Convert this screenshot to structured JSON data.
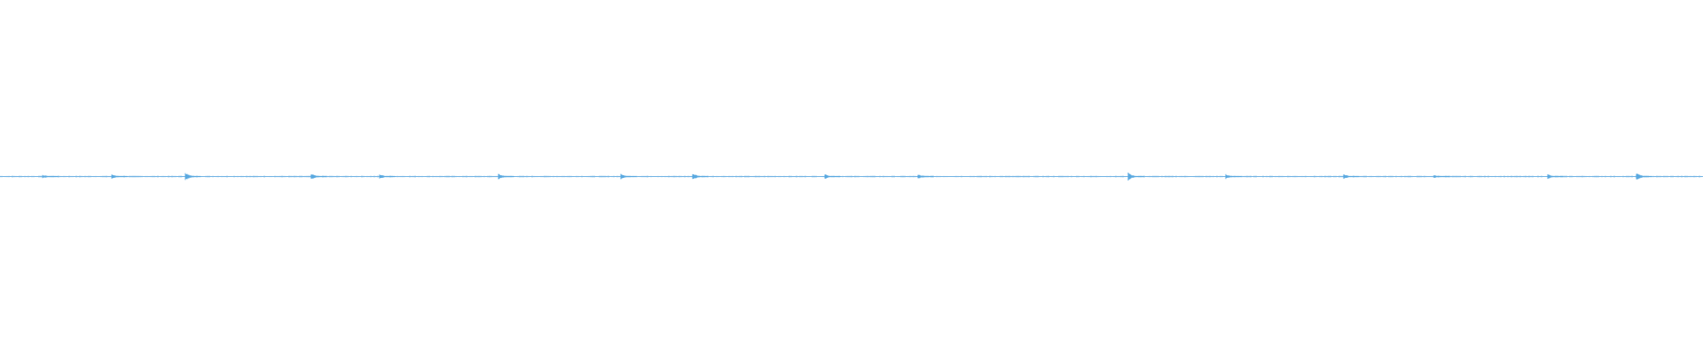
{
  "waveform": {
    "color": "#5aa9e0",
    "baseline_color": "#7db9e6",
    "background": "#ffffff",
    "burst_amplitudes": [
      0.22,
      0.35,
      0.45,
      0.38,
      0.28,
      0.33,
      0.3,
      0.42,
      0.32,
      0.3,
      0.45,
      0.3,
      0.32,
      0.22,
      0.3,
      0.48
    ]
  }
}
